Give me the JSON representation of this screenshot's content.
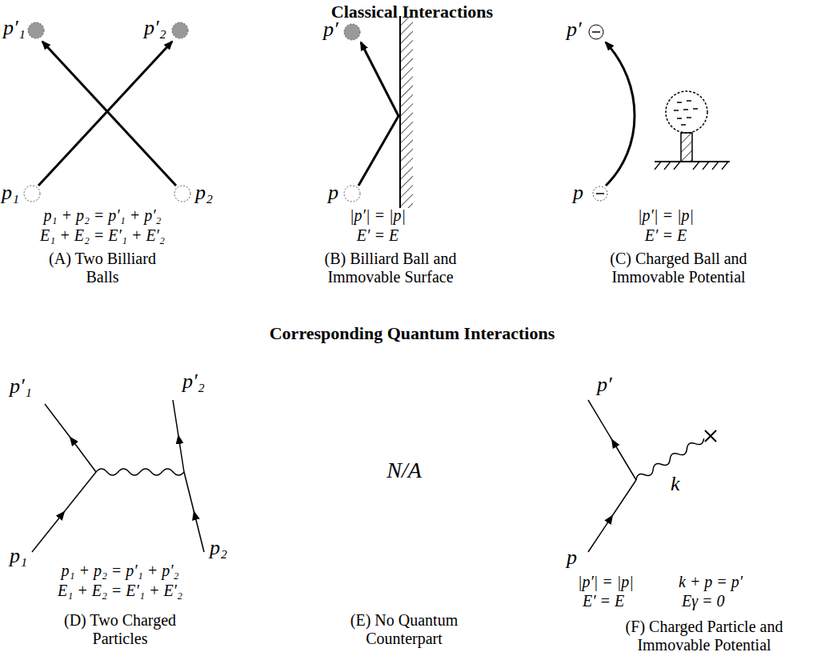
{
  "diagram": {
    "labels": [
      "Classical Interactions",
      "p′₁",
      "p′₂",
      "p₁",
      "p₂",
      "p₁ + p₂ = p′₁ + p′₂",
      "E₁ + E₂ = E′₁ + E′₂",
      "(A) Two Billiard Balls",
      "p′",
      "p",
      "|p′| = |p|",
      "E′ = E",
      "(B) Billiard Ball and Immovable Surface",
      "p′",
      "p",
      "|p′| = |p|",
      "E′ = E",
      "(C) Charged Ball and Immovable Potential",
      "Corresponding Quantum Interactions",
      "p′₁",
      "p′₂",
      "p₁",
      "p₂",
      "p₁ + p₂ = p′₁ + p′₂",
      "E₁ + E₂ = E′₁ + E′₂",
      "(D) Two Charged Particles",
      "N/A",
      "(E) No Quantum Counterpart",
      "p′",
      "k",
      "p",
      "|p′| = |p|",
      "k + p = p′",
      "E′ = E",
      "Eγ = 0",
      "(F) Charged Particle and Immovable Potential"
    ]
  }
}
